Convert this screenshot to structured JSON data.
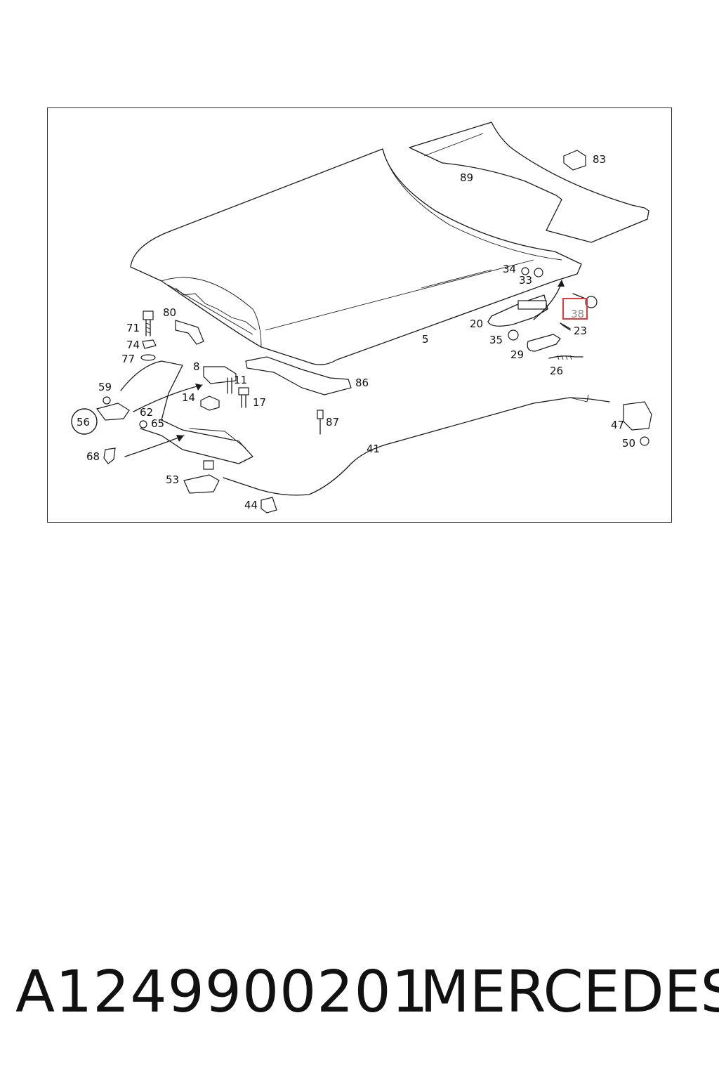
{
  "diagram": {
    "highlight_color": "#e23b3b",
    "highlighted_label": "38",
    "labels": {
      "l83": "83",
      "l89": "89",
      "l34": "34",
      "l33": "33",
      "l38": "38",
      "l80": "80",
      "l71": "71",
      "l20": "20",
      "l23": "23",
      "l74": "74",
      "l5": "5",
      "l35": "35",
      "l77": "77",
      "l29": "29",
      "l8": "8",
      "l26": "26",
      "l86": "86",
      "l59": "59",
      "l11": "11",
      "l14": "14",
      "l17": "17",
      "l62": "62",
      "l56": "56",
      "l65": "65",
      "l87": "87",
      "l47": "47",
      "l41": "41",
      "l68": "68",
      "l50": "50",
      "l53": "53",
      "l44": "44"
    }
  },
  "footer": {
    "part_number": "A1249900201",
    "brand": "MERCEDES"
  }
}
